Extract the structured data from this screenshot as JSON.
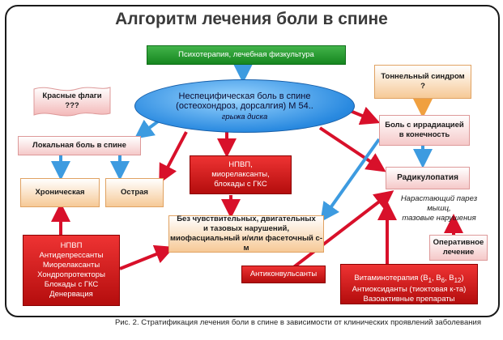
{
  "title": "Алгоритм лечения боли в спине",
  "caption": "Рис. 2. Стратификация лечения боли в спине в зависимости от клинических проявлений заболевания",
  "nodes": {
    "psycho": "Психотерапия, лечебная физкультура",
    "red_flags_line1": "Красные флаги",
    "red_flags_line2": "???",
    "nonspecific_line1": "Неспецифическая боль в спине",
    "nonspecific_line2": "(остеохондроз, дорсалгия) М 54..",
    "nonspecific_sub": "грыжа диска",
    "tunnel_line1": "Тоннельный синдром",
    "tunnel_line2": "?",
    "irradiation_line1": "Боль с иррадиацией",
    "irradiation_line2": "в конечность",
    "local_pain": "Локальная боль в спине",
    "chronic": "Хроническая",
    "acute": "Острая",
    "nsaid_top_line1": "НПВП,",
    "nsaid_top_line2": "миорелаксанты,",
    "nsaid_top_line3": "блокады с ГКС",
    "radiculopathy": "Радикулопатия",
    "paresis": "Нарастающий парез мышц,\nтазовые нарушения",
    "no_disorders_line1": "Без чувствительных, двигательных",
    "no_disorders_line2": "и тазовых нарушений,",
    "no_disorders_line3": "миофасциальный и/или фасеточный с-м",
    "surgery_line1": "Оперативное",
    "surgery_line2": "лечение",
    "left_bottom_line1": "НПВП",
    "left_bottom_line2": "Антидепрессанты",
    "left_bottom_line3": "Миорелаксанты",
    "left_bottom_line4": "Хондропротекторы",
    "left_bottom_line5": "Блокады с ГКС",
    "left_bottom_line6": "Денервация",
    "anticonvulsants": "Антиконвульсанты",
    "vitamin_prefix": "Витаминотерапия (В",
    "vitamin_sub1": "1",
    "vitamin_sep1": ", В",
    "vitamin_sub2": "6",
    "vitamin_sep2": ", В",
    "vitamin_sub3": "12",
    "vitamin_suffix": ")",
    "antioxidants": "Антиоксиданты (тиоктовая к-та)",
    "vasoactive": "Вазоактивные препараты"
  },
  "colors": {
    "red_arrow": "#d8102a",
    "blue_arrow": "#3d9be0",
    "orange_arrow": "#f0a040",
    "green_box": "#1f9a2c",
    "red_box": "#c81515"
  }
}
